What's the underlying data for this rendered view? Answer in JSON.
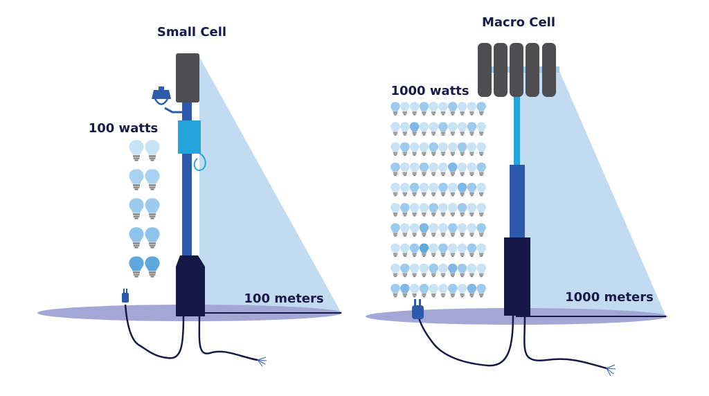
{
  "small_cell": {
    "title": "Small Cell",
    "power_label": "100 watts",
    "range_label": "100 meters",
    "bulb_count": 10
  },
  "macro_cell": {
    "title": "Macro Cell",
    "power_label": "1000 watts",
    "range_label": "1000 meters",
    "bulb_count": 100
  },
  "colors": {
    "navy": "#161848",
    "pole_blue": "#2c5aad",
    "light_blue": "#25a3dc",
    "coverage": "#c3dbf1",
    "ground": "#a2a7d6",
    "antenna_gray": "#4e4e50",
    "bulb_light": "#c9e3f5",
    "bulb_mid": "#9dcbee",
    "bulb_dark": "#5fa8de"
  }
}
